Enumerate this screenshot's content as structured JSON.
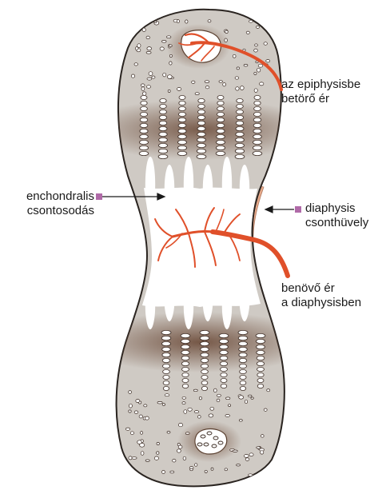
{
  "labels": {
    "epiphysis_vessel": {
      "line1": "az epiphysisbe",
      "line2": "betörő ér"
    },
    "enchondral": {
      "line1": "enchondralis",
      "line2": "csontosodás"
    },
    "diaphysis_sheath": {
      "line1": "diaphysis",
      "line2": "csonthüvely"
    },
    "ingrowing_vessel": {
      "line1": "benövő ér",
      "line2": "a diaphysisben"
    }
  },
  "colors": {
    "bone_fill": "#cfcac4",
    "bone_edge": "#2a2420",
    "growth_shadow": "#6b4a38",
    "periosteal_sheath": "#e6a98a",
    "vessel": "#e0502a",
    "marrow_space": "#ffffff",
    "marker": "#b06aa8",
    "text": "#1a1a1a"
  }
}
